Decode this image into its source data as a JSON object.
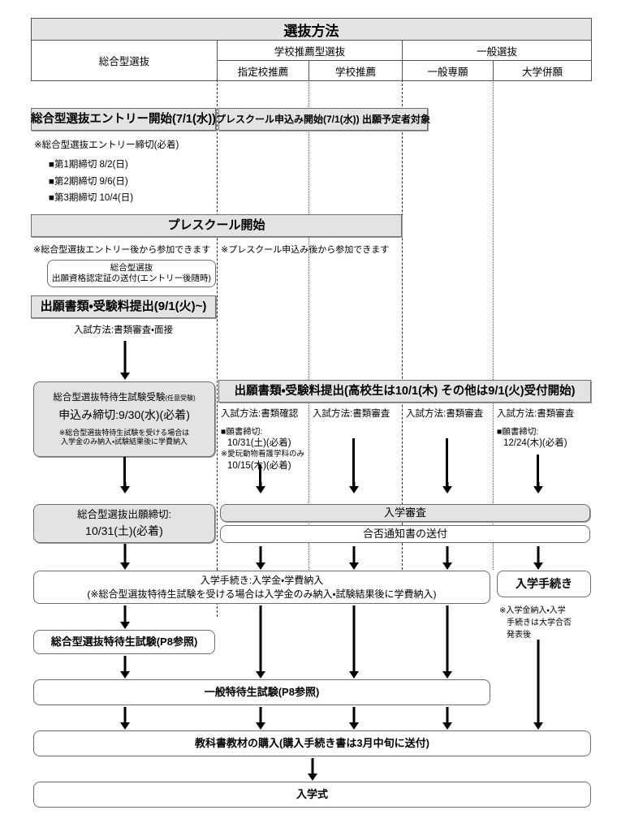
{
  "header": {
    "title": "選抜方法",
    "columns": [
      {
        "group": "総合型選抜",
        "sub": ""
      },
      {
        "group": "学校推薦型選抜",
        "sub": "指定校推薦"
      },
      {
        "group": "学校推薦型選抜",
        "sub": "学校推薦"
      },
      {
        "group": "一般選抜",
        "sub": "一般専願"
      },
      {
        "group": "一般選抜",
        "sub": "大学併願"
      }
    ],
    "group_labels": [
      "総合型選抜",
      "学校推薦型選抜",
      "一般選抜"
    ],
    "sub_labels": [
      "指定校推薦",
      "学校推薦",
      "一般専願",
      "大学併願"
    ]
  },
  "row_entry": {
    "sogo_entry_start": "総合型選抜エントリー開始(7/1(水))",
    "preschool_apply_start": "プレスクール申込み開始(7/1(水))  出願予定者対象",
    "entry_deadline_note": "※総合型選抜エントリー締切(必着)",
    "deadlines": [
      "■第1期締切  8/2(日)",
      "■第2期締切  9/6(日)",
      "■第3期締切  10/4(日)"
    ]
  },
  "row_preschool": {
    "banner": "プレスクール開始",
    "note_left": "※総合型選抜エントリー後から参加できます",
    "note_right": "※プレスクール申込み後から参加できます",
    "cert_box_line1": "総合型選抜",
    "cert_box_line2": "出願資格認定証の送付(エントリー後随時)"
  },
  "row_docs_left": {
    "banner": "出願書類・受験料提出(9/1(火)~)",
    "method": "入試方法:書類審査・面接"
  },
  "row_scholarship_left": {
    "line1": "総合型選抜特待生試験受験",
    "line1_small": "(任意受験)",
    "line2": "申込み締切:9/30(水)(必着)",
    "note1": "※総合型選抜特待生試験を受ける場合は",
    "note2": "入学金のみ納入・試験結果後に学費納入"
  },
  "row_docs_right": {
    "banner": "出願書類・受験料提出(高校生は10/1(木)  その他は9/1(火)受付開始)",
    "cells": [
      {
        "method": "入試方法:書類確認",
        "lines": [
          "■願書締切:",
          "10/31(土)(必着)",
          "※愛玩動物看護学科のみ",
          "10/15(木)(必着)"
        ]
      },
      {
        "method": "入試方法:書類審査",
        "lines": []
      },
      {
        "method": "入試方法:書類審査",
        "lines": []
      },
      {
        "method": "入試方法:書類審査",
        "lines": [
          "■願書締切:",
          "12/24(木)(必着)"
        ]
      }
    ]
  },
  "row_review": {
    "left_line1": "総合型選抜出願締切:",
    "left_line2": "10/31(土)(必着)",
    "entrance_review": "入学審査",
    "result_notice": "合否通知書の送付"
  },
  "row_procedure": {
    "main_line1": "入学手続き:入学金・学費納入",
    "main_line2": "(※総合型選抜特待生試験を受ける場合は入学金のみ納入・試験結果後に学費納入)",
    "right_box": "入学手続き",
    "right_note": [
      "※入学金納入・入学",
      "手続きは大学合否",
      "発表後"
    ]
  },
  "row_sogo_exam": {
    "label": "総合型選抜特待生試験(P8参照)"
  },
  "row_general_exam": {
    "label": "一般特待生試験(P8参照)"
  },
  "row_textbook": {
    "label": "教科書教材の購入(購入手続き書は3月中旬に送付)"
  },
  "row_ceremony": {
    "label": "入学式"
  },
  "colors": {
    "banner_fill": "#e3e3e3",
    "border": "#6e6e6e",
    "line": "#000000",
    "background": "#ffffff"
  }
}
